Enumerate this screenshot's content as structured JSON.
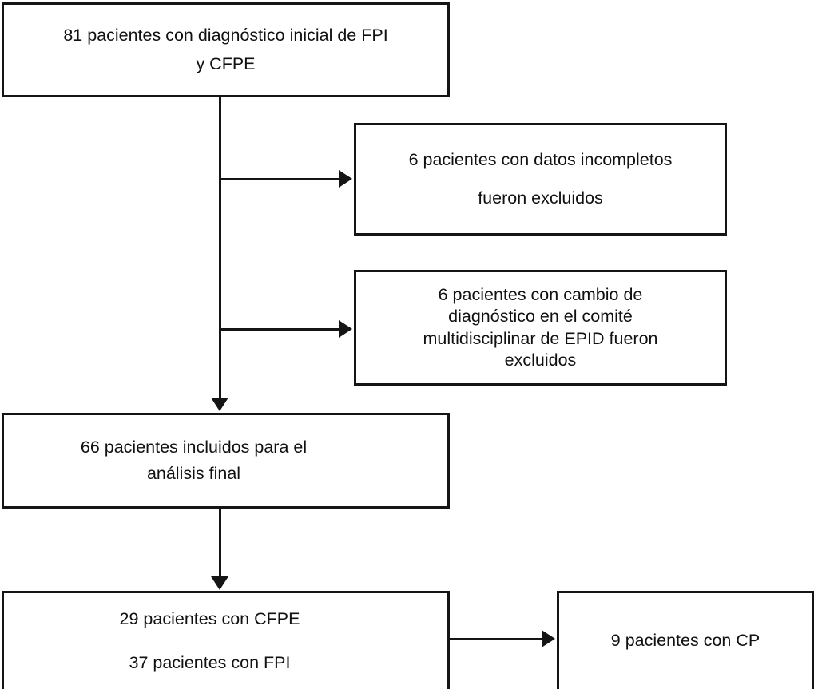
{
  "diagram": {
    "type": "flowchart",
    "language": "es",
    "stroke_color": "#151515",
    "background_color": "#ffffff",
    "nodes": {
      "initial": {
        "lines": [
          "81 pacientes con diagnóstico inicial de FPI",
          "y CFPE"
        ]
      },
      "excluded_incomplete": {
        "lines": [
          "6 pacientes con datos incompletos",
          "fueron excluidos"
        ]
      },
      "excluded_diagnosis": {
        "lines": [
          "6 pacientes con cambio de",
          "diagnóstico en el comité",
          "multidisciplinar de EPID fueron",
          "excluidos"
        ]
      },
      "included": {
        "lines": [
          "66 pacientes incluidos para el",
          "análisis final"
        ]
      },
      "groups": {
        "lines": [
          "29 pacientes con CFPE",
          "37 pacientes con FPI"
        ]
      },
      "cp": {
        "lines": [
          "9 pacientes con CP"
        ]
      }
    },
    "counts": {
      "initial_patients": 81,
      "excluded_incomplete_data": 6,
      "excluded_diagnosis_change": 6,
      "included_final_analysis": 66,
      "cfpe_patients": 29,
      "fpi_patients": 37,
      "cp_patients": 9
    }
  }
}
